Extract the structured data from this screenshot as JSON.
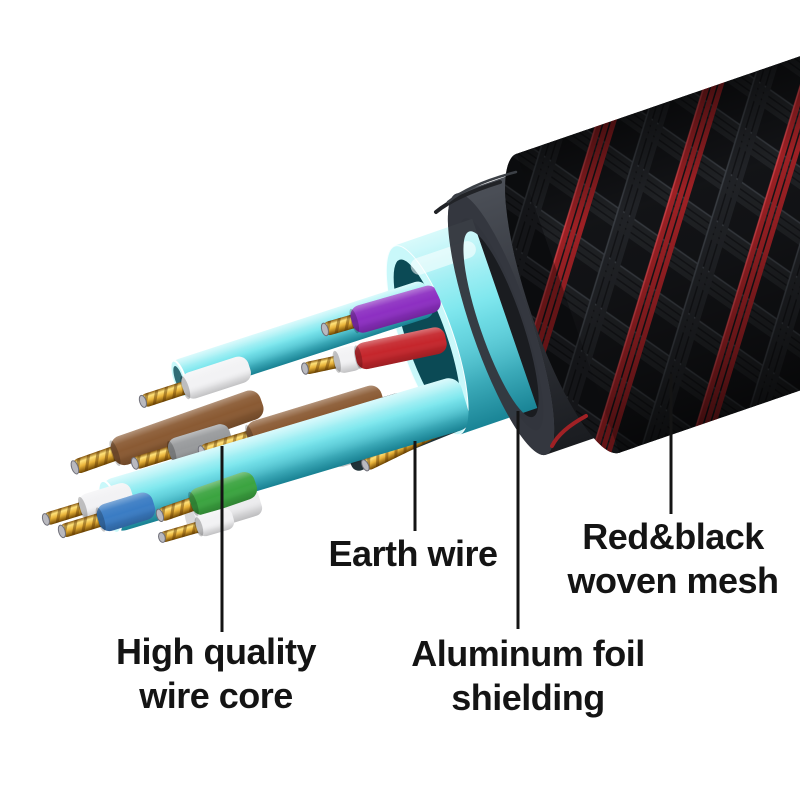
{
  "figure": {
    "kind": "annotated product illustration",
    "subject": "shielded cable cutaway"
  },
  "labels": {
    "high_quality_wire_core": {
      "line1": "High quality",
      "line2": "wire core"
    },
    "earth_wire": {
      "text": "Earth wire"
    },
    "aluminum_foil_shielding": {
      "line1": "Aluminum foil",
      "line2": "shielding"
    },
    "red_black_woven_mesh": {
      "line1": "Red&black",
      "line2": "woven mesh"
    }
  },
  "colors": {
    "ink": "#141414",
    "mesh_red": "#a02125",
    "mesh_red_hi": "#d04046",
    "mesh_black": "#212327",
    "mesh_black_hi": "#3c4046",
    "mesh_bg": "#131417",
    "jacket_light": "#4c5058",
    "jacket": "#34373e",
    "jacket_dark": "#1a1c20",
    "cyan_light": "#c9f8fa",
    "cyan": "#7de7ee",
    "cyan_dark": "#1e9db2",
    "cyan_deep": "#0b4a55",
    "gold_top": "#8a5a12",
    "gold_hi": "#ffe27a",
    "gold_mid": "#e9b33a",
    "gold_bottom": "#6e4500",
    "silver": "#b9b9bf",
    "w_purple": "#8d2fc2",
    "w_red": "#c5262c",
    "w_brown": "#8a5a33",
    "w_gray": "#989a9c",
    "w_white": "#f2f2f4",
    "w_blue": "#3a7cc4",
    "w_green": "#3ba440",
    "w_black": "#202228"
  }
}
